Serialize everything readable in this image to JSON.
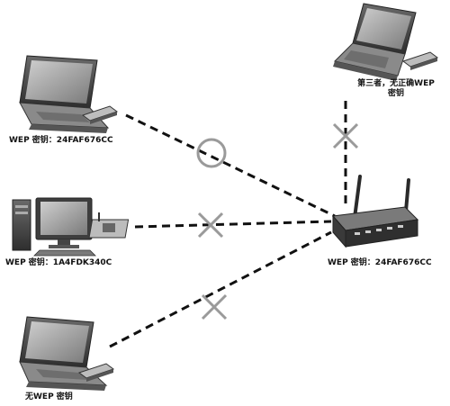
{
  "labels": {
    "laptop_top_left": "WEP 密钥：24FAF676CC",
    "desktop": "WEP 密钥：1A4FDK340C",
    "laptop_bottom_left": "无WEP 密钥",
    "laptop_top_right_line1": "第三者，无正确WEP",
    "laptop_top_right_line2": "密钥",
    "router": "WEP 密钥：24FAF676CC"
  },
  "links": [
    {
      "from": "laptop-top-left",
      "to": "router",
      "status": "ok",
      "marker": "circle"
    },
    {
      "from": "desktop",
      "to": "router",
      "status": "blocked",
      "marker": "cross"
    },
    {
      "from": "laptop-bottom-left",
      "to": "router",
      "status": "blocked",
      "marker": "cross"
    },
    {
      "from": "laptop-top-right",
      "to": "router",
      "status": "blocked",
      "marker": "cross"
    }
  ],
  "colors": {
    "line": "#111111",
    "marker": "#9a9a9a",
    "device_dark": "#3a3a3a",
    "device_light": "#9c9c9c"
  }
}
